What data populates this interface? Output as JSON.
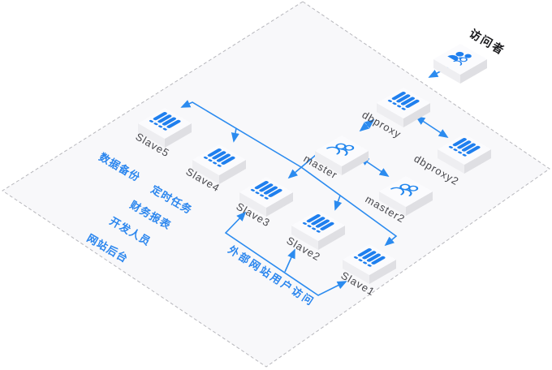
{
  "diagram": {
    "colors": {
      "accent": "#2b8bef",
      "icon_blue": "#1f7fee",
      "plane_fill": "#f8f8fa",
      "plane_border": "#b7b7bc",
      "node_label": "#48484d",
      "annotation_blue": "#2b86ee"
    },
    "nodes": {
      "visitor": {
        "label": "访问者"
      },
      "dbproxy": {
        "label": "dbproxy"
      },
      "dbproxy2": {
        "label": "dbproxy2"
      },
      "master": {
        "label": "master"
      },
      "master2": {
        "label": "master2"
      },
      "slave5": {
        "label": "Slave5"
      },
      "slave4": {
        "label": "Slave4"
      },
      "slave3": {
        "label": "Slave3"
      },
      "slave2": {
        "label": "Slave2"
      },
      "slave1": {
        "label": "Slave1"
      }
    },
    "annotations": {
      "data_backup": "数据备份",
      "scheduled_tasks": "定时任务",
      "finance_reports": "财务报表",
      "developers": "开发人员",
      "site_admin": "网站后台",
      "external_access": "外部网站用户访问"
    }
  }
}
